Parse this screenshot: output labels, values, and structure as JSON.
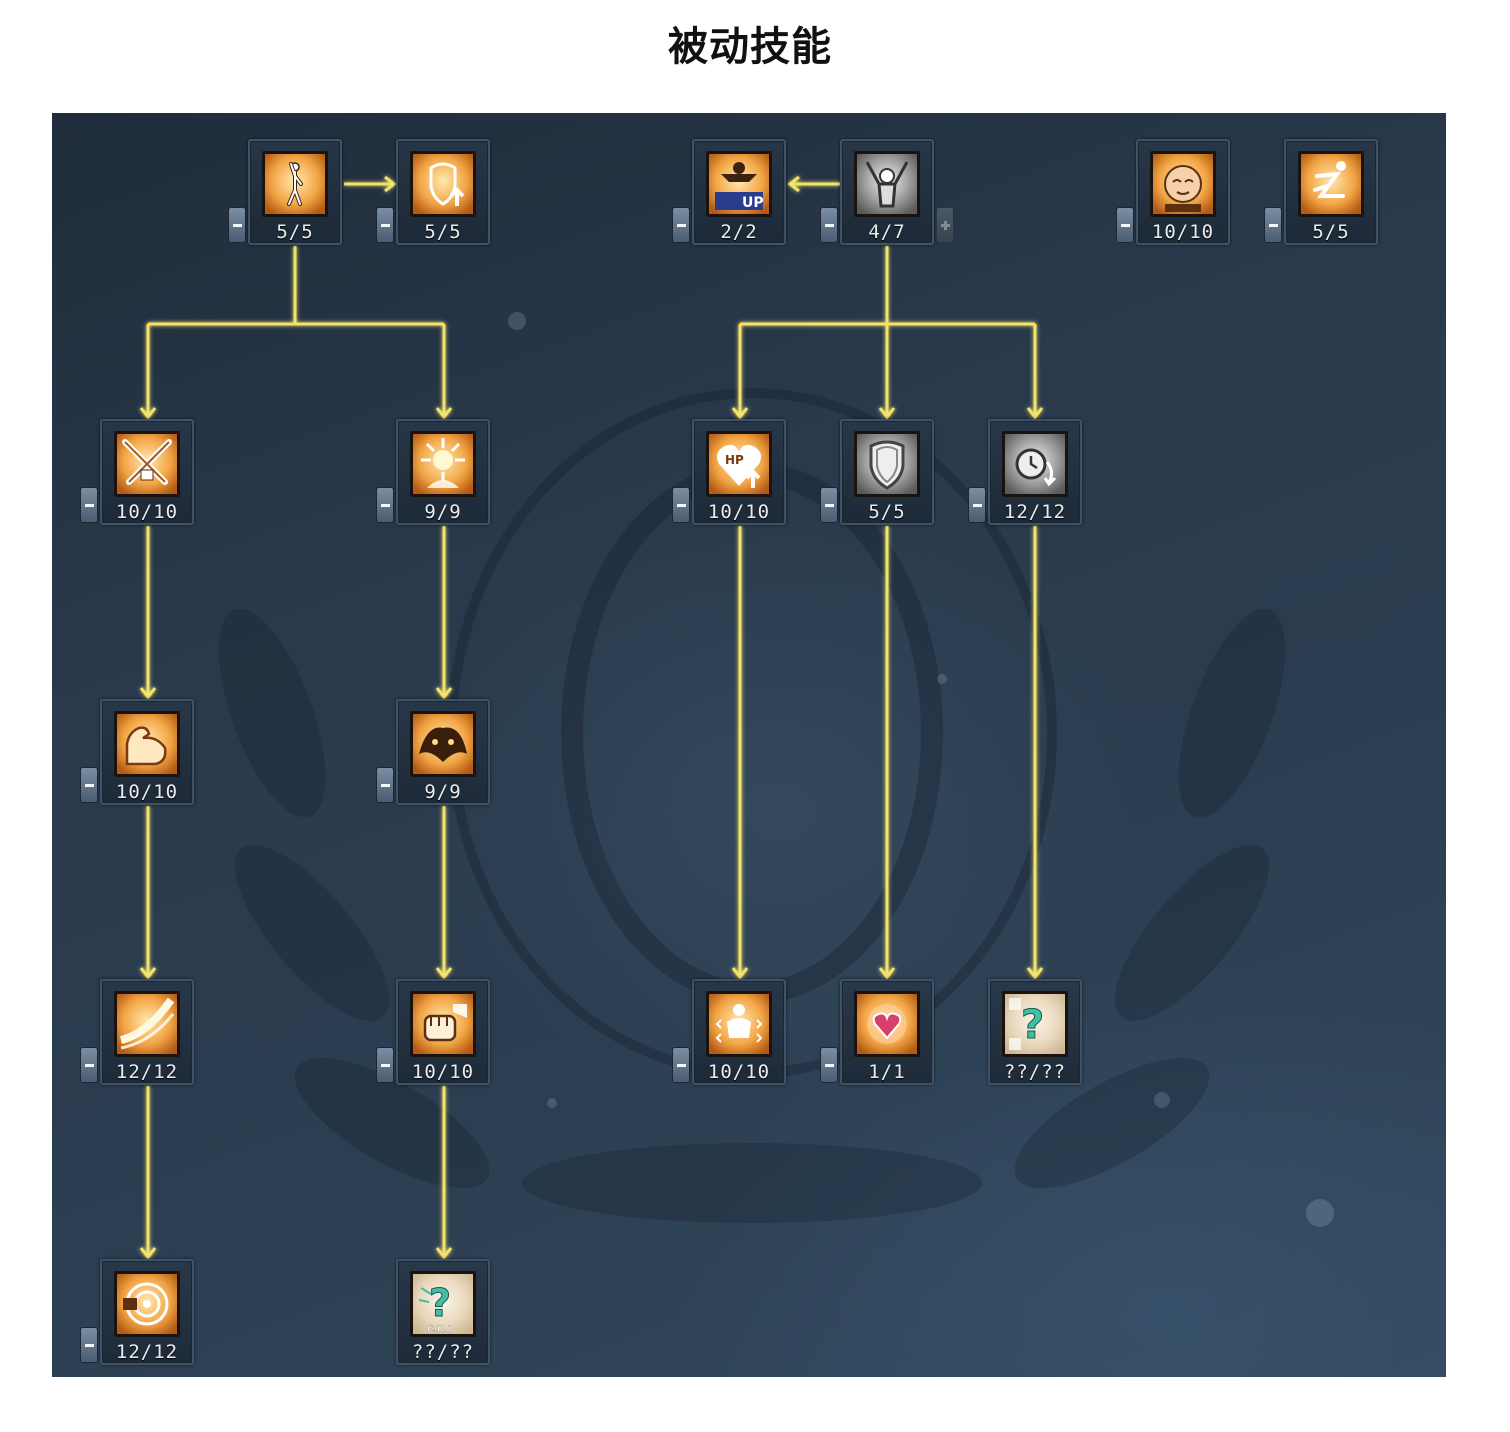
{
  "page": {
    "title": "被动技能"
  },
  "skills": [
    {
      "id": "stance",
      "icon": "standing-figure-icon",
      "level": "5/5",
      "tone": "gold"
    },
    {
      "id": "shield-up",
      "icon": "shield-up-icon",
      "level": "5/5",
      "tone": "gold"
    },
    {
      "id": "master-up",
      "icon": "master-up-icon",
      "level": "2/2",
      "tone": "gold"
    },
    {
      "id": "awaken",
      "icon": "awaken-figure-icon",
      "level": "4/7",
      "tone": "gray"
    },
    {
      "id": "meditation",
      "icon": "meditation-face-icon",
      "level": "10/10",
      "tone": "gold"
    },
    {
      "id": "dash",
      "icon": "dash-runner-icon",
      "level": "5/5",
      "tone": "gold"
    },
    {
      "id": "crossed-swords",
      "icon": "crossed-swords-icon",
      "level": "10/10",
      "tone": "gold"
    },
    {
      "id": "burst",
      "icon": "burst-aura-icon",
      "level": "9/9",
      "tone": "gold"
    },
    {
      "id": "hp-up",
      "icon": "hp-heart-up-icon",
      "level": "10/10",
      "tone": "gold"
    },
    {
      "id": "guard",
      "icon": "guard-shield-icon",
      "level": "5/5",
      "tone": "gray"
    },
    {
      "id": "cooldown",
      "icon": "clock-cooldown-icon",
      "level": "12/12",
      "tone": "gray"
    },
    {
      "id": "muscle",
      "icon": "flexed-arm-icon",
      "level": "10/10",
      "tone": "gold"
    },
    {
      "id": "rage",
      "icon": "rage-beast-icon",
      "level": "9/9",
      "tone": "gold"
    },
    {
      "id": "slash",
      "icon": "slash-wave-icon",
      "level": "12/12",
      "tone": "gold"
    },
    {
      "id": "fist",
      "icon": "punch-fist-icon",
      "level": "10/10",
      "tone": "gold"
    },
    {
      "id": "calm",
      "icon": "calm-figure-icon",
      "level": "10/10",
      "tone": "gold"
    },
    {
      "id": "heart-shield",
      "icon": "heart-shield-icon",
      "level": "1/1",
      "tone": "gold"
    },
    {
      "id": "unknown-right",
      "icon": "question-mark-icon",
      "level": "??/??",
      "tone": "pale"
    },
    {
      "id": "target",
      "icon": "target-sight-icon",
      "level": "12/12",
      "tone": "gold"
    },
    {
      "id": "unknown-left",
      "icon": "question-mark-crit-icon",
      "level": "??/??",
      "tone": "pale"
    }
  ],
  "colors": {
    "link_line": "#f2e36a",
    "gold_light": "#ffe9b0",
    "gold_mid": "#f2a545",
    "gold_dark": "#b45a14",
    "gray_light": "#e6e6e6",
    "gray_dark": "#6b6b6b"
  }
}
